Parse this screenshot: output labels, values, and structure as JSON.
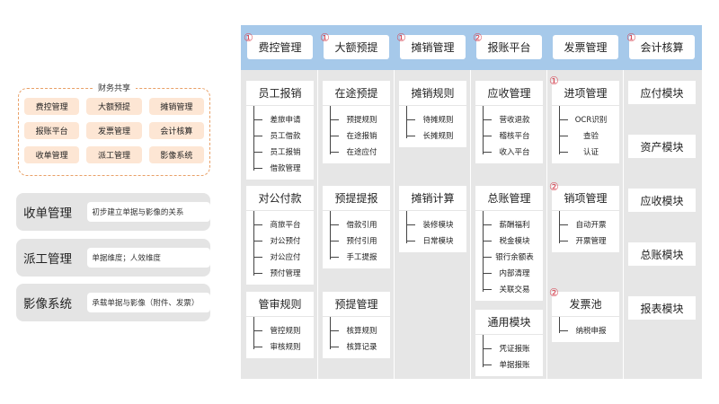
{
  "shared": {
    "title": "财务共享",
    "chips": [
      "费控管理",
      "大额预提",
      "摊销管理",
      "报账平台",
      "发票管理",
      "会计核算",
      "收单管理",
      "派工管理",
      "影像系统"
    ]
  },
  "panels": [
    {
      "title": "收单管理",
      "desc": "初步建立单据与影像的关系"
    },
    {
      "title": "派工管理",
      "desc": "单据维度；人效维度"
    },
    {
      "title": "影像系统",
      "desc": "承载单据与影像（附件、发票）"
    }
  ],
  "headers": [
    {
      "label": "费控管理",
      "badge": "1"
    },
    {
      "label": "大额预提",
      "badge": "1"
    },
    {
      "label": "摊销管理",
      "badge": "1"
    },
    {
      "label": "报账平台",
      "badge": "2"
    },
    {
      "label": "发票管理",
      "badge": ""
    },
    {
      "label": "会计核算",
      "badge": "1"
    }
  ],
  "cards": {
    "c1a": {
      "title": "员工报销",
      "items": [
        "差旅申请",
        "员工借款",
        "员工报销",
        "借款管理"
      ]
    },
    "c1b": {
      "title": "对公付款",
      "items": [
        "商旅平台",
        "对公预付",
        "对公应付",
        "预付管理"
      ]
    },
    "c1c": {
      "title": "管审规则",
      "items": [
        "管控规则",
        "审核规则"
      ]
    },
    "c2a": {
      "title": "在途预提",
      "items": [
        "预提规则",
        "在途报销",
        "在途应付"
      ]
    },
    "c2b": {
      "title": "预提提报",
      "items": [
        "借款引用",
        "预付引用",
        "手工提报"
      ]
    },
    "c2c": {
      "title": "预提管理",
      "items": [
        "核算规则",
        "核算记录"
      ]
    },
    "c3a": {
      "title": "摊销规则",
      "items": [
        "待摊规则",
        "长摊规则"
      ]
    },
    "c3b": {
      "title": "摊销计算",
      "items": [
        "装修模块",
        "日常模块"
      ]
    },
    "c4a": {
      "title": "应收管理",
      "items": [
        "营收退款",
        "稽核平台",
        "收入平台"
      ]
    },
    "c4b": {
      "title": "总账管理",
      "items": [
        "薪酬福利",
        "税金模块",
        "银行余额表",
        "内部清理",
        "关联交易"
      ]
    },
    "c4c": {
      "title": "通用模块",
      "items": [
        "凭证报账",
        "单据报账"
      ]
    },
    "c5a": {
      "title": "进项管理",
      "badge": "1",
      "items": [
        "OCR识别",
        "查验",
        "认证"
      ]
    },
    "c5b": {
      "title": "销项管理",
      "badge": "2",
      "items": [
        "自动开票",
        "开票管理"
      ]
    },
    "c5c": {
      "title": "发票池",
      "badge": "2",
      "items": [
        "纳税申报"
      ]
    }
  },
  "accounting": [
    "应付模块",
    "资产模块",
    "应收模块",
    "总账模块",
    "报表模块"
  ],
  "colors": {
    "header_band": "#a6c9ea",
    "matrix_bg": "#e6e6e6",
    "badge": "#d64553",
    "chip": "#fde6d4",
    "dash": "#e9a067"
  }
}
